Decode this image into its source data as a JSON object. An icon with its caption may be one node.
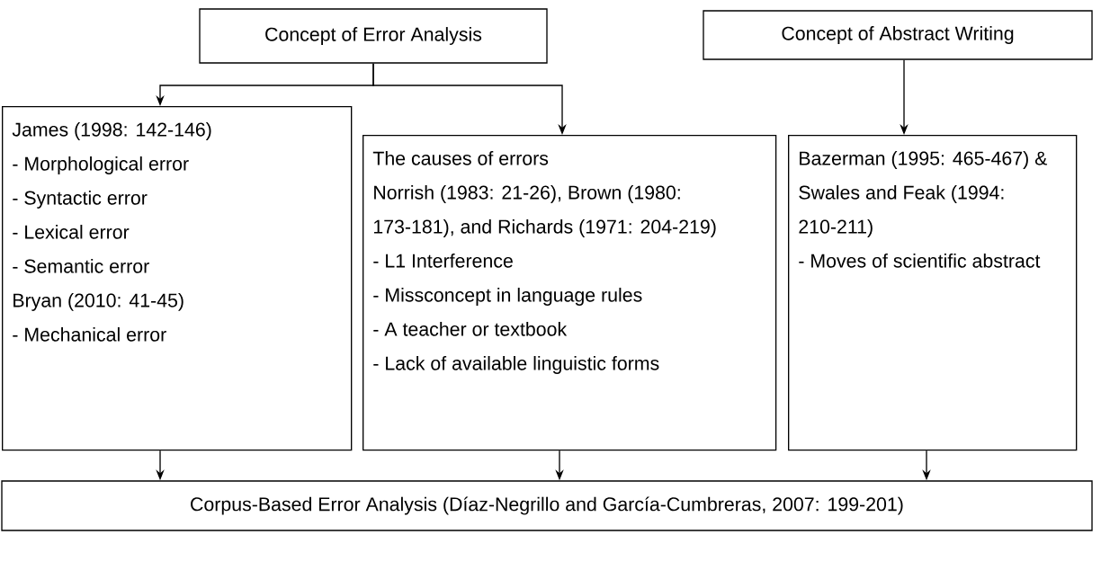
{
  "diagram": {
    "nodes": [
      {
        "text": [
          "Concept of Error Analysis"
        ]
      },
      {
        "text": [
          "Concept of Abstract Writing"
        ]
      },
      {
        "text": [
          "James (1998: 142-146)",
          "- Morphological error",
          "- Syntactic error",
          "- Lexical error",
          "- Semantic error",
          "Bryan (2010: 41-45)",
          "- Mechanical error"
        ]
      },
      {
        "text": [
          "The causes of errors",
          "Norrish (1983: 21-26), Brown (1980: 173-181), and Richards (1971: 204-219)",
          "- L1 Interference",
          "- Missconcept in language rules",
          "- A teacher or textbook",
          "- Lack of available linguistic forms"
        ]
      },
      {
        "text": [
          "Bazerman (1995: 465-467) & Swales and Feak (1994: 210-211)",
          "- Moves of scientific abstract"
        ]
      },
      {
        "text": [
          "Corpus-Based Error Analysis  (Díaz-Negrillo and García-Cumbreras, 2007: 199-201)"
        ]
      }
    ],
    "edges": [
      {
        "from": 0,
        "to": 2,
        "arrow": "to"
      },
      {
        "from": 0,
        "to": 3,
        "arrow": "to"
      },
      {
        "from": 1,
        "to": 4,
        "arrow": "to"
      },
      {
        "from": 2,
        "to": 5,
        "arrow": "to"
      },
      {
        "from": 3,
        "to": 5,
        "arrow": "to"
      },
      {
        "from": 4,
        "to": 5,
        "arrow": "to"
      }
    ]
  }
}
